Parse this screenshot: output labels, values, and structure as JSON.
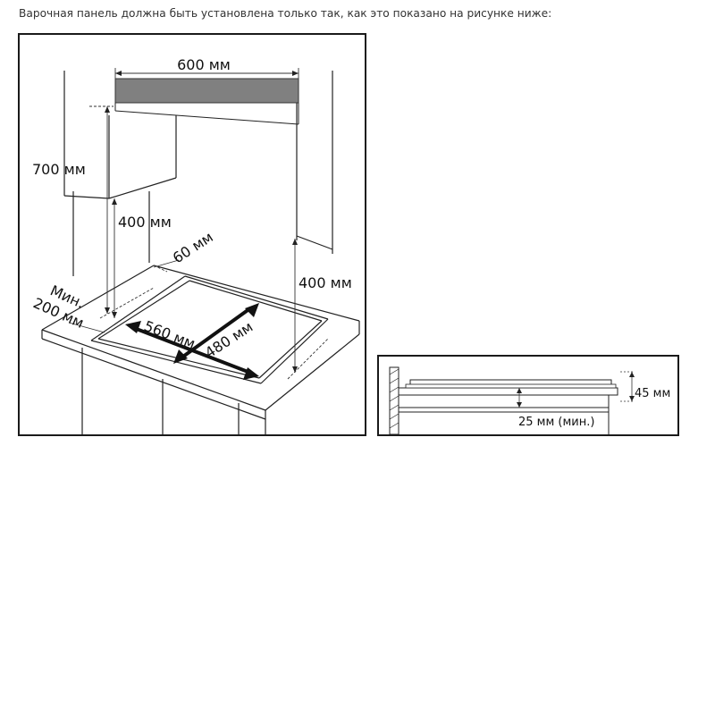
{
  "caption": "Варочная панель должна быть установлена только так, как это показано на рисунке ниже:",
  "installation": {
    "width_cabinet": "600 мм",
    "height_hood": "700 мм",
    "height_left_cabinet": "400 мм",
    "gap_back": "60 мм",
    "side_min_line1": "Мин.",
    "side_min_line2": "200 мм",
    "cutout_width": "560 мм",
    "cutout_depth": "480 мм",
    "height_right_cabinet": "400 мм"
  },
  "section": {
    "thickness": "45 мм",
    "min_gap": "25 мм (мин.)"
  }
}
